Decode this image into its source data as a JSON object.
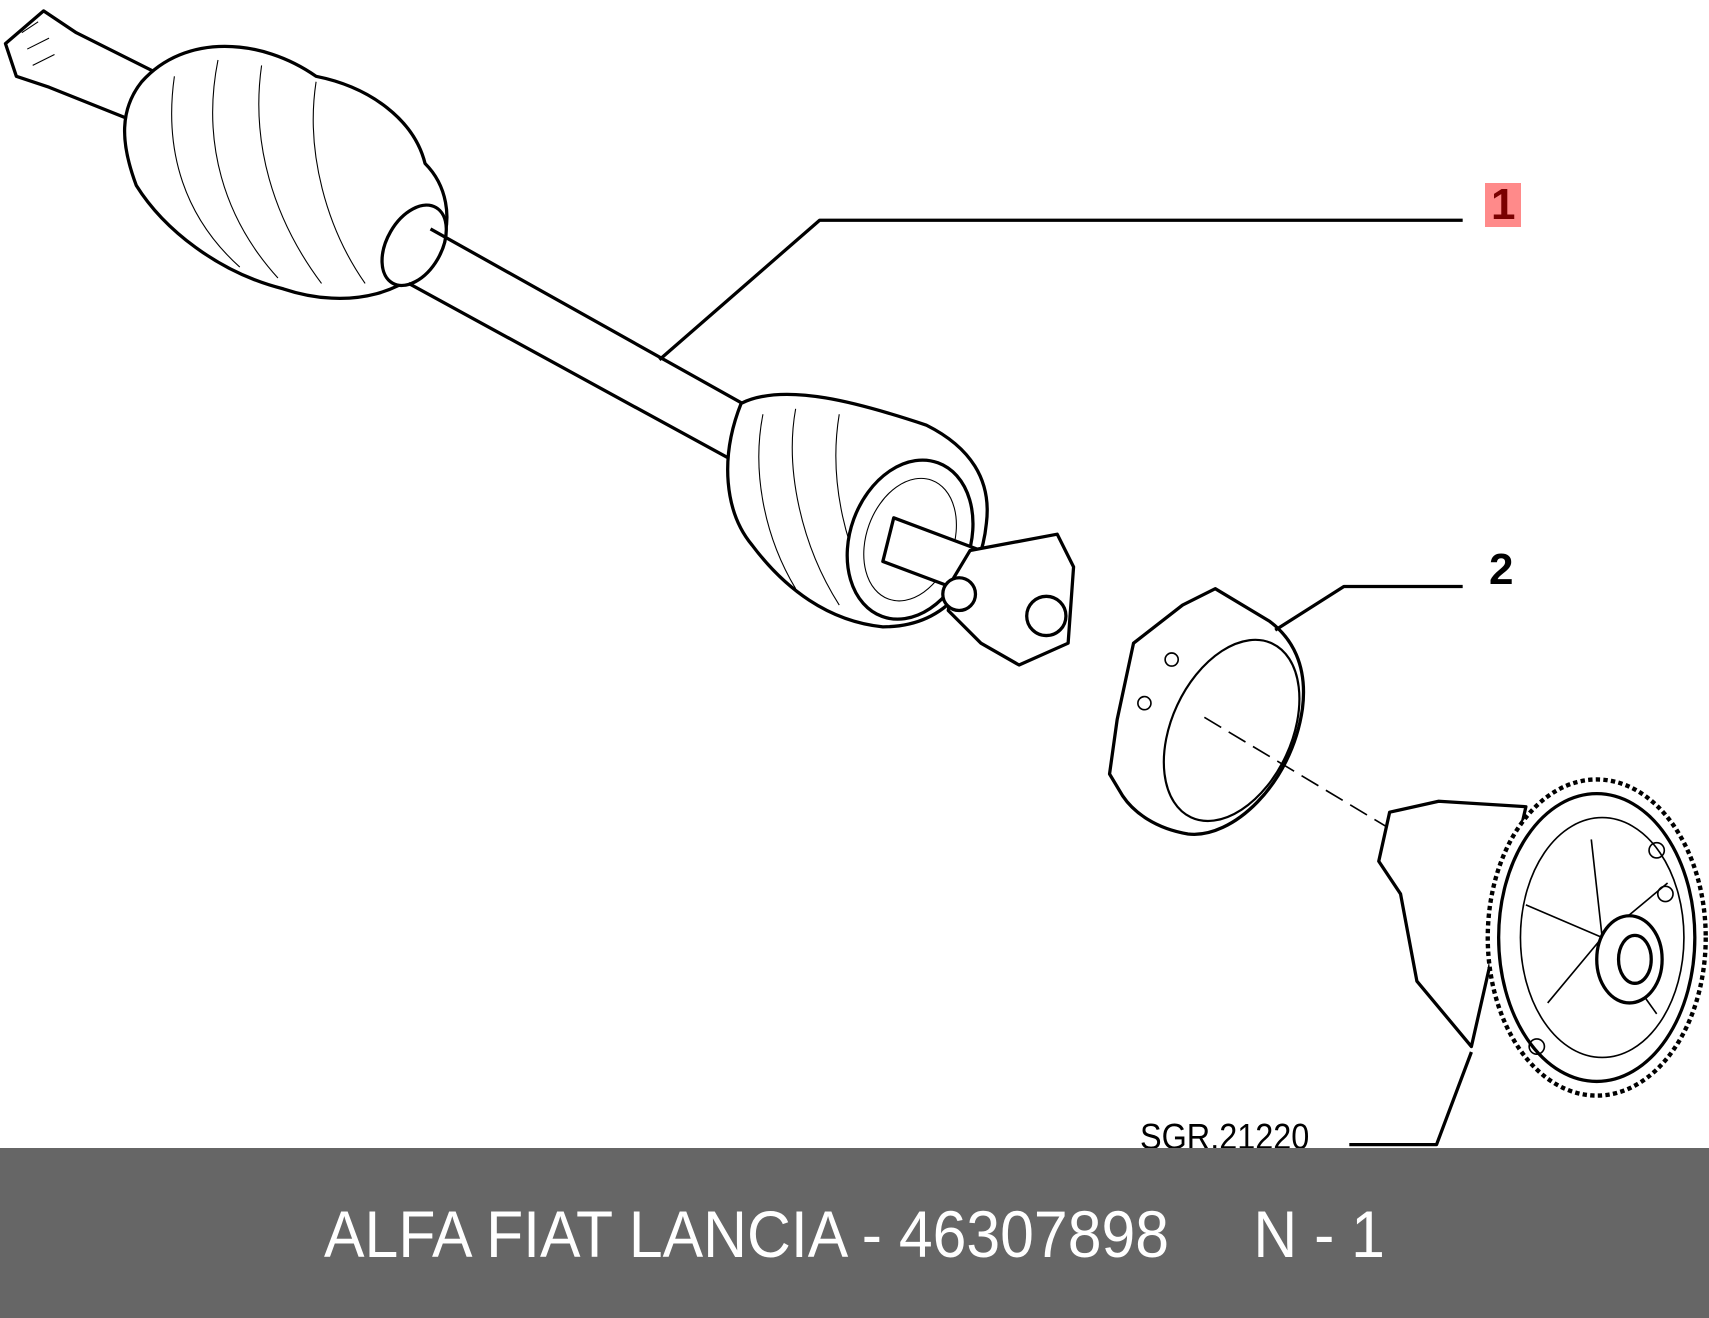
{
  "callouts": {
    "item1": "1",
    "item2": "2"
  },
  "drawing_ref": "SGR.21220",
  "banner": {
    "text": "ALFA FIAT LANCIA - 46307898     N - 1"
  },
  "colors": {
    "banner": "#666666",
    "highlight": "#ff8a8a"
  }
}
